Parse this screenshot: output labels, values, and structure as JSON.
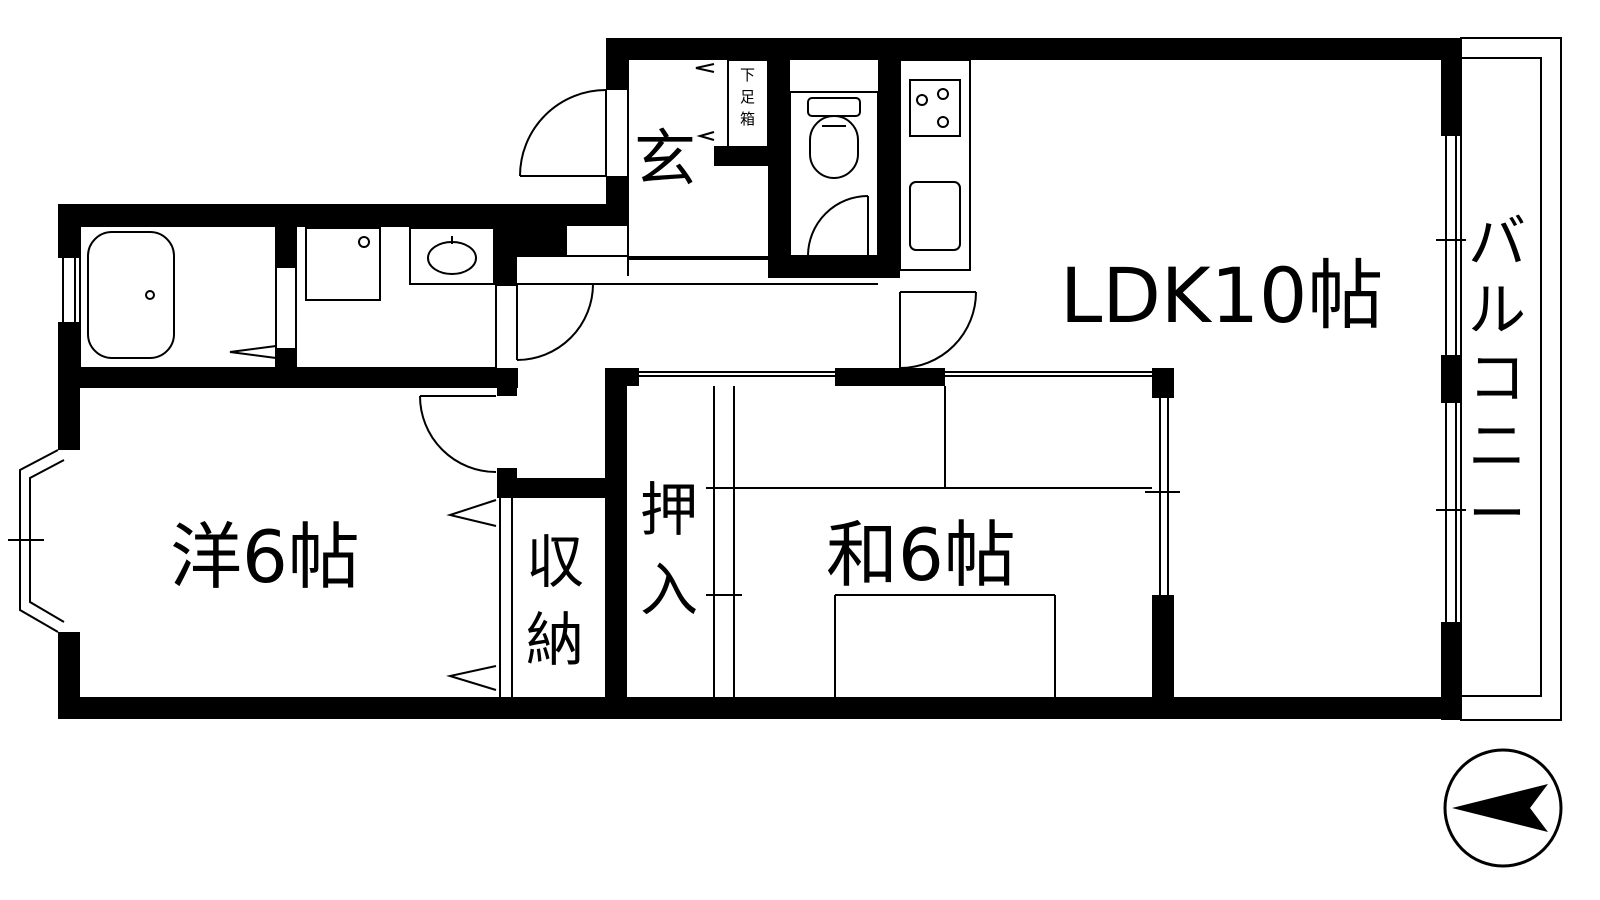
{
  "rooms": {
    "ldk": "LDK10帖",
    "western": "洋6帖",
    "japanese": "和6帖",
    "entrance": "玄",
    "closet": [
      "収",
      "納"
    ],
    "oshiire": [
      "押",
      "入"
    ],
    "balcony": [
      "バ",
      "ル",
      "コ",
      "ニ",
      "ー"
    ],
    "shoe_box": [
      "下",
      "足",
      "箱"
    ]
  },
  "colors": {
    "wall": "#000000",
    "line": "#000000",
    "background": "#ffffff"
  },
  "icons": {
    "compass": "north-arrow-icon"
  }
}
